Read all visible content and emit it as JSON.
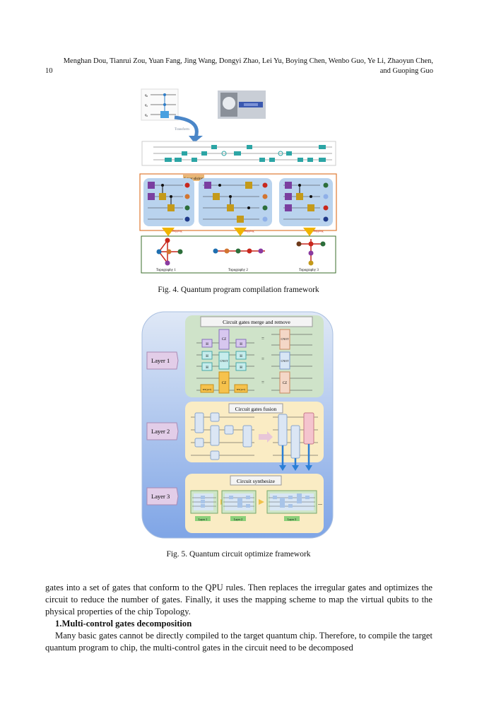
{
  "header": {
    "authors_line1": "Menghan Dou, Tianrui Zou, Yuan Fang, Jing Wang, Dongyi Zhao, Lei Yu, Boying Chen, Wenbo Guo, Ye Li, Zhaoyun Chen,",
    "page_number": "10",
    "authors_line2": "and Guoping Guo"
  },
  "fig4": {
    "caption": "Fig. 4.  Quantum program compilation framework",
    "qubit_labels": [
      "q₀",
      "q₁",
      "q₂"
    ],
    "transform_label": "Transform",
    "layer_label": "Layer slicing",
    "mapping_labels": [
      "Mapping",
      "Mapping",
      "Mapping"
    ],
    "topographies": [
      "Topography 1",
      "Topography 2",
      "Topography 3"
    ]
  },
  "fig5": {
    "caption": "Fig. 5.  Quantum circuit optimize framework",
    "layers": [
      "Layer 1",
      "Layer 2",
      "Layer 3"
    ],
    "panel1_title": "Circuit gates merge and remove",
    "panel2_title": "Circuit gates fusion",
    "panel3_title": "Circuit synthesize",
    "gate_labels": {
      "h": "H",
      "cz": "CZ",
      "cnot": "CNOT",
      "rx": "RX(pi/2)",
      "eq": "="
    },
    "mini_labels": [
      "Layer 1",
      "Layer 2",
      "Layer 3"
    ],
    "ellipsis": "..."
  },
  "body": {
    "para1": "gates into a set of gates that conform to the QPU rules. Then replaces the irregular gates and optimizes the circuit to reduce the number of gates. Finally, it uses the mapping scheme to map the virtual qubits to the physical properties of the chip Topology.",
    "section_title": "1.Multi-control gates decomposition",
    "para2": "Many basic gates cannot be directly compiled to the target quantum chip. Therefore, to compile the target quantum program to chip, the multi-control gates in the circuit need to be decomposed"
  }
}
